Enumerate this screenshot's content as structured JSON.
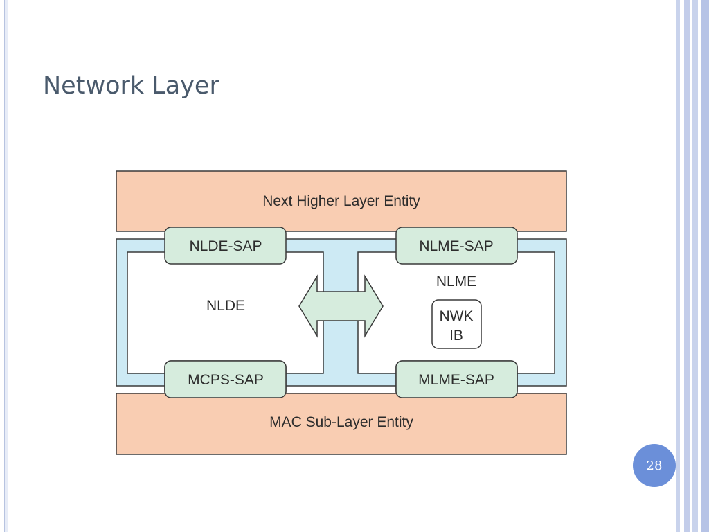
{
  "slide": {
    "title": "Network Layer",
    "page_number": "28"
  },
  "diagram": {
    "top_entity": "Next Higher Layer Entity",
    "bottom_entity": "MAC Sub-Layer Entity",
    "left_block": "NLDE",
    "right_block": "NLME",
    "sap_top_left": "NLDE-SAP",
    "sap_top_right": "NLME-SAP",
    "sap_bottom_left": "MCPS-SAP",
    "sap_bottom_right": "MLME-SAP",
    "nwk_ib": {
      "line1": "NWK",
      "line2": "IB"
    },
    "colors": {
      "entity_fill": "#f9cdb2",
      "layer_fill": "#cdeaf4",
      "sap_fill": "#d6ecdd",
      "arrow_fill": "#d6ecdd",
      "outline": "#3a3a3a"
    }
  }
}
